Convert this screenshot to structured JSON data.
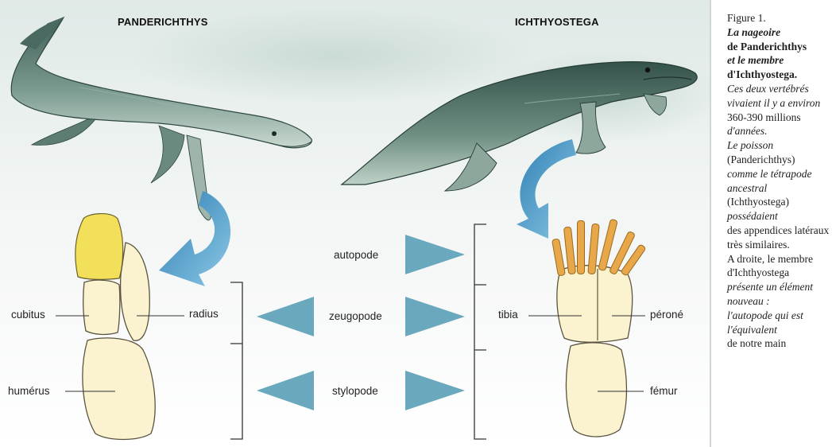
{
  "titles": {
    "left_animal": "PANDERICHTHYS",
    "right_animal": "ICHTHYOSTEGA"
  },
  "labels": {
    "autopode": "autopode",
    "zeugopode": "zeugopode",
    "stylopode": "stylopode",
    "cubitus": "cubitus",
    "radius": "radius",
    "humerus": "humérus",
    "tibia": "tibia",
    "perone": "péroné",
    "femur": "fémur"
  },
  "caption": {
    "figure": "Figure 1.",
    "title_lines": [
      "La nageoire",
      "de Panderichthys",
      "et le membre",
      "d'Ichthyostega."
    ],
    "body_lines": [
      "Ces deux vertébrés",
      "vivaient il y a environ",
      "360-390 millions",
      "d'années.",
      "Le poisson",
      "(Panderichthys)",
      "comme le tétrapode",
      "ancestral",
      "(Ichthyostega)",
      "possédaient",
      "des appendices latéraux",
      "très similaires.",
      "A droite, le membre",
      "d'Ichthyostega",
      "présente un élément",
      "nouveau :",
      "l'autopode qui est",
      "l'équivalent",
      "de notre main"
    ]
  },
  "colors": {
    "arrow_blue": "#4fa3cf",
    "triangle_blue": "#6aa9bd",
    "bone_fill": "#fbf3cf",
    "bone_outline": "#5a5440",
    "autopode_yellow": "#f2e05a",
    "digit_orange": "#e8a84a",
    "fish_green": "#4d6e64"
  }
}
